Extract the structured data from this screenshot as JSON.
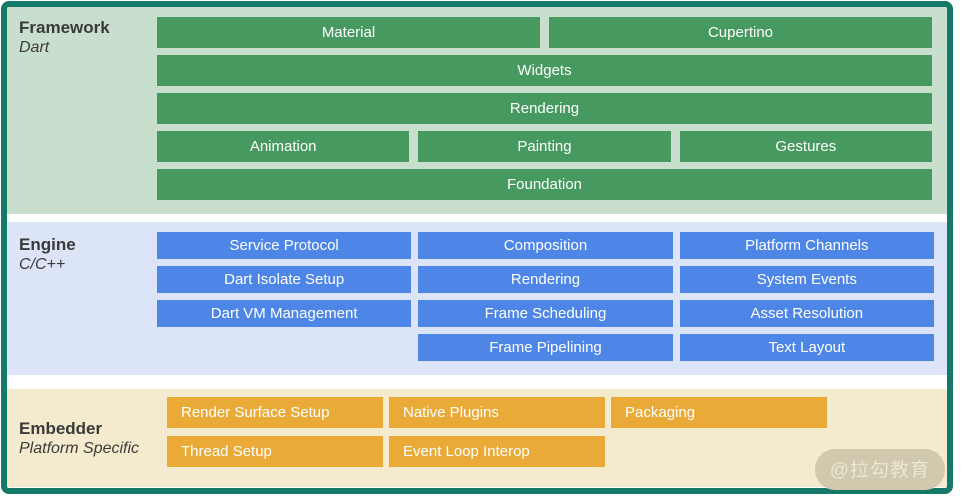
{
  "framework": {
    "title": "Framework",
    "subtitle": "Dart",
    "bars": {
      "material": "Material",
      "cupertino": "Cupertino",
      "widgets": "Widgets",
      "rendering": "Rendering",
      "animation": "Animation",
      "painting": "Painting",
      "gestures": "Gestures",
      "foundation": "Foundation"
    }
  },
  "engine": {
    "title": "Engine",
    "subtitle": "C/C++",
    "col1": [
      "Service Protocol",
      "Dart Isolate Setup",
      "Dart VM Management"
    ],
    "col2": [
      "Composition",
      "Rendering",
      "Frame Scheduling",
      "Frame Pipelining"
    ],
    "col3": [
      "Platform Channels",
      "System Events",
      "Asset Resolution",
      "Text Layout"
    ]
  },
  "embedder": {
    "title": "Embedder",
    "subtitle": "Platform Specific",
    "row1": [
      "Render Surface Setup",
      "Native Plugins",
      "Packaging"
    ],
    "row2": [
      "Thread Setup",
      "Event Loop Interop"
    ]
  },
  "watermark": "@拉勾教育",
  "colors": {
    "frame-border": "#15796a",
    "framework-bg": "#c9dfcd",
    "framework-bar": "#479a5f",
    "engine-bg": "#dce4f7",
    "engine-bar": "#4e86e8",
    "embedder-bg": "#f4ebce",
    "embedder-bar": "#e9aa38",
    "label-text": "#3a3a3a",
    "bar-text": "#ffffff",
    "watermark-bg": "#d0c9ae",
    "watermark-text": "#ebe6d2"
  }
}
